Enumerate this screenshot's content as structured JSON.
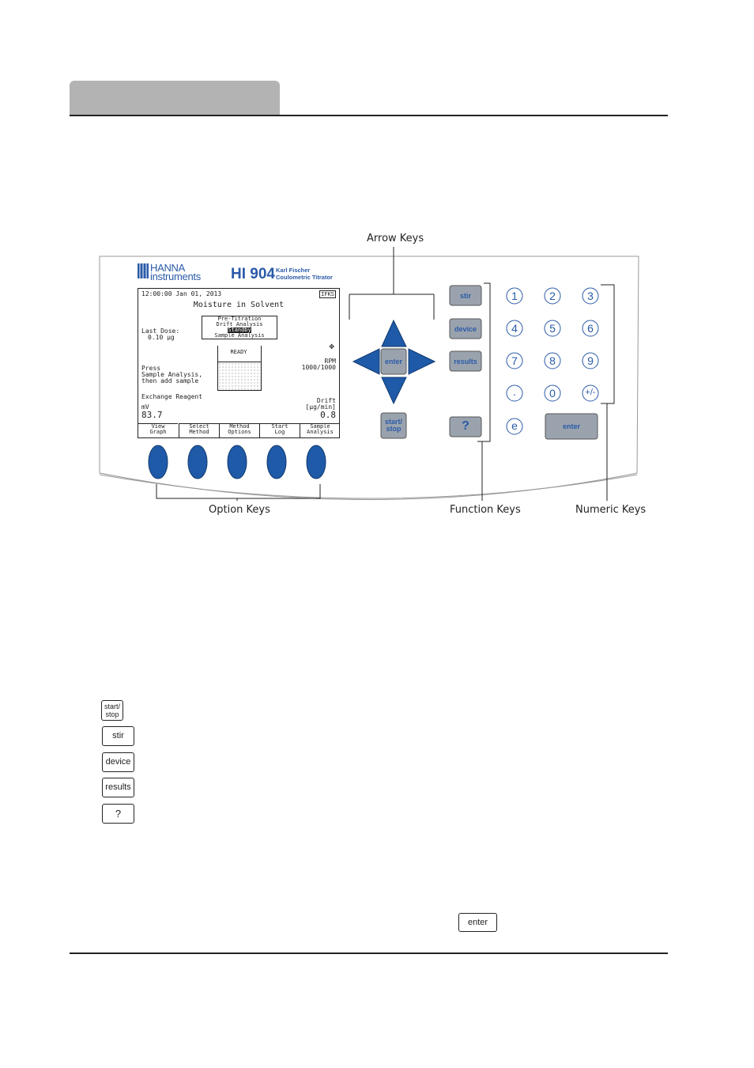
{
  "callouts": {
    "arrow_keys": "Arrow Keys",
    "option_keys": "Option Keys",
    "function_keys": "Function Keys",
    "numeric_keys": "Numeric Keys"
  },
  "brand": {
    "logo_text": "HANNA instruments",
    "model": "HI 904",
    "description_line1": "Karl Fischer",
    "description_line2": "Coulometric Titrator"
  },
  "lcd": {
    "datetime": "12:00:00  Jan 01, 2013",
    "status_badge": "IFKS",
    "method_title": "Moisture in Solvent",
    "menu_line1": "Pre-Titration",
    "menu_line2": "Drift Analysis",
    "menu_line3": "Standby",
    "menu_line4": "Sample Analysis",
    "last_dose_label": "Last Dose:",
    "last_dose_value": "0.10 µg",
    "beaker_status": "READY",
    "rpm_label": "RPM",
    "rpm_value": "1000/1000",
    "prompt_line1": "Press",
    "prompt_line2": "Sample Analysis,",
    "prompt_line3": "then add sample",
    "exchange_reagent": "Exchange Reagent",
    "mv_label": "mV",
    "mv_value": "83.7",
    "drift_label": "Drift",
    "drift_unit": "[µg/min]",
    "drift_value": "0.8",
    "softkeys": [
      {
        "line1": "View",
        "line2": "Graph"
      },
      {
        "line1": "Select",
        "line2": "Method"
      },
      {
        "line1": "Method",
        "line2": "Options"
      },
      {
        "line1": "Start",
        "line2": "Log"
      },
      {
        "line1": "Sample",
        "line2": "Analysis"
      }
    ]
  },
  "keys": {
    "arrow_enter": "enter",
    "start_stop_line1": "start/",
    "start_stop_line2": "stop",
    "stir": "stir",
    "device": "device",
    "results": "results",
    "help": "?",
    "numeric": [
      "1",
      "2",
      "3",
      "4",
      "5",
      "6",
      "7",
      "8",
      "9",
      ".",
      "0",
      "+/-"
    ],
    "e": "e",
    "numeric_enter": "enter"
  },
  "legend_keys": {
    "start_stop_line1": "start/",
    "start_stop_line2": "stop",
    "stir": "stir",
    "device": "device",
    "results": "results",
    "help": "?",
    "enter": "enter"
  },
  "colors": {
    "header_tab": "#b3b3b3",
    "key_blue": "#1f5aa8",
    "key_gray": "#9aa3ad",
    "label_blue": "#2a5aa8"
  }
}
